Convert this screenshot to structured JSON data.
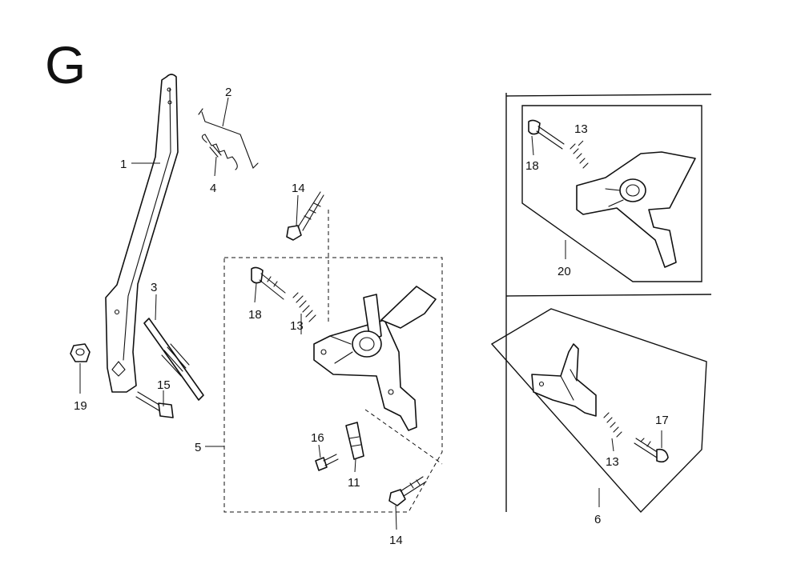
{
  "section_letter": "G",
  "callouts": {
    "p1": "1",
    "p2": "2",
    "p3": "3",
    "p4": "4",
    "p5": "5",
    "p6": "6",
    "p11": "11",
    "p13a": "13",
    "p13b": "13",
    "p13c": "13",
    "p14a": "14",
    "p14b": "14",
    "p15": "15",
    "p16": "16",
    "p17": "17",
    "p18a": "18",
    "p18b": "18",
    "p19": "19",
    "p20": "20"
  },
  "colors": {
    "ink": "#111111",
    "paper": "#ffffff"
  }
}
